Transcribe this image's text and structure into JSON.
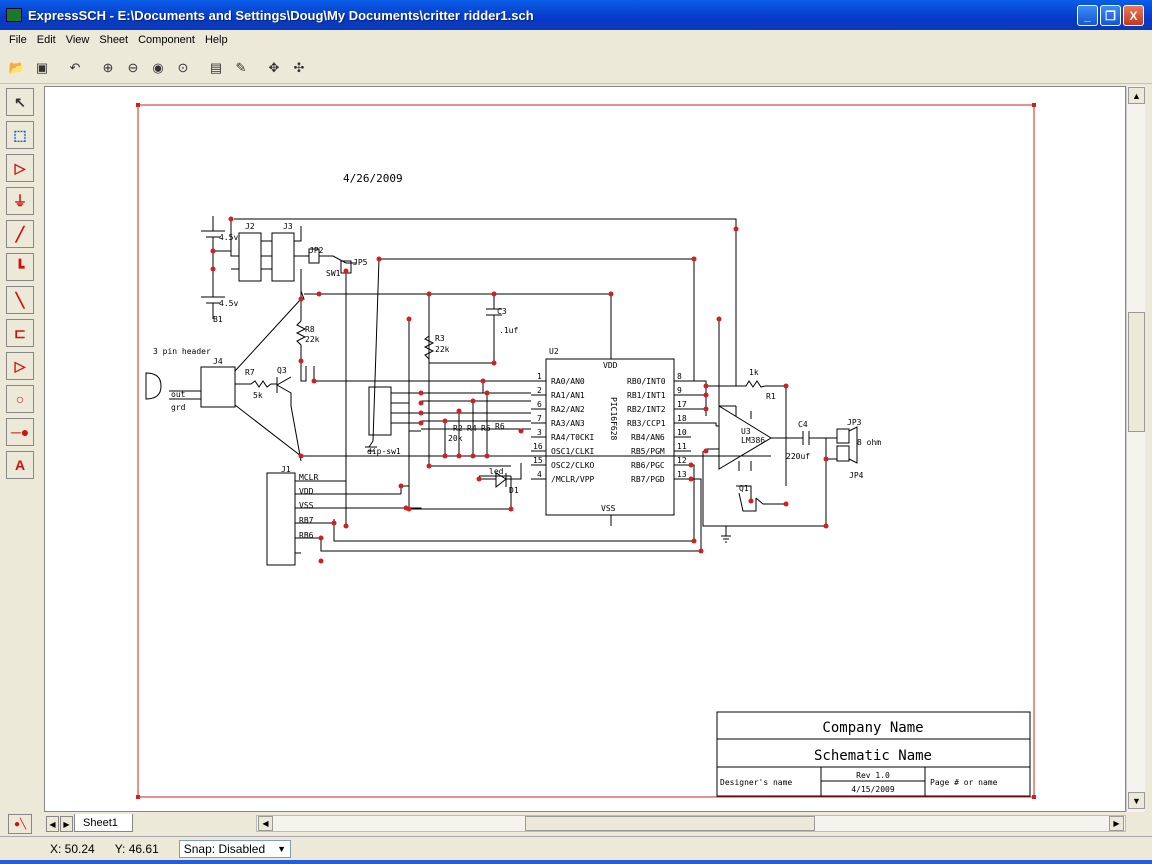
{
  "window": {
    "title": "ExpressSCH - E:\\Documents and Settings\\Doug\\My Documents\\critter ridder1.sch",
    "min": "_",
    "max": "❐",
    "close": "X"
  },
  "menu": [
    "File",
    "Edit",
    "View",
    "Sheet",
    "Component",
    "Help"
  ],
  "toolbar": [
    "open-icon",
    "save-icon",
    "undo-icon",
    "zoom-in-icon",
    "zoom-out-icon",
    "zoom-fit-icon",
    "zoom-page-icon",
    "properties-icon",
    "edit-icon",
    "pan-icon",
    "pan-all-icon"
  ],
  "sheet": {
    "date": "4/26/2009",
    "title_block": {
      "company": "Company Name",
      "schematic": "Schematic Name",
      "designer": "Designer's name",
      "rev": "Rev 1.0",
      "date": "4/15/2009",
      "page": "Page # or name"
    },
    "labels": {
      "j2": "J2",
      "j3": "J3",
      "b_top": "4.5v",
      "b_bot": "4.5v",
      "b1": "B1",
      "sw1": "SW1",
      "jp2": "JP2",
      "jp5": "JP5",
      "c3": "C3",
      "c3v": ".1uf",
      "r8": "R8",
      "r8v": "22k",
      "r3": "R3",
      "r3v": "22k",
      "hdr": "3 pin header",
      "j4": "J4",
      "out": "out",
      "grd": "grd",
      "r7": "R7",
      "r7v": "5k",
      "q3": "Q3",
      "dipsw": "dip-sw1",
      "r2": "R2",
      "r4": "R4",
      "r5": "R5",
      "r6": "R6",
      "r_val": "20k",
      "led": "led",
      "d1": "D1",
      "u2": "U2",
      "vdd": "VDD",
      "vss": "VSS",
      "pic": "PIC16F628",
      "u3": "U3",
      "lm386": "LM386",
      "r1": "R1",
      "r1v": "1k",
      "c4": "C4",
      "c4v": "220uf",
      "jp3": "JP3",
      "jp4": "JP4",
      "ohm": "8 ohm",
      "q1": "Q1",
      "j1": "J1",
      "mclr": "MCLR",
      "j1vdd": "VDD",
      "j1vss": "VSS",
      "rb7": "RB7",
      "rb6": "RB6"
    },
    "pic_left": [
      [
        "1",
        "RA0/AN0"
      ],
      [
        "2",
        "RA1/AN1"
      ],
      [
        "6",
        "RA2/AN2"
      ],
      [
        "7",
        "RA3/AN3"
      ],
      [
        "3",
        "RA4/T0CKI"
      ],
      [
        "16",
        "OSC1/CLKI"
      ],
      [
        "15",
        "OSC2/CLKO"
      ],
      [
        "4",
        "/MCLR/VPP"
      ]
    ],
    "pic_right": [
      [
        "8",
        "RB0/INT0"
      ],
      [
        "9",
        "RB1/INT1"
      ],
      [
        "17",
        "RB2/INT2"
      ],
      [
        "18",
        "RB3/CCP1"
      ],
      [
        "10",
        "RB4/AN6"
      ],
      [
        "11",
        "RB5/PGM"
      ],
      [
        "12",
        "RB6/PGC"
      ],
      [
        "13",
        "RB7/PGD"
      ]
    ]
  },
  "tabs": {
    "sheet1": "Sheet1"
  },
  "status": {
    "x": "X: 50.24",
    "y": "Y: 46.61",
    "snap": "Snap: Disabled"
  }
}
